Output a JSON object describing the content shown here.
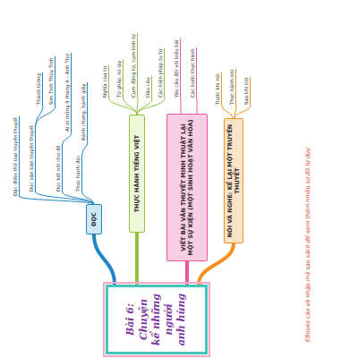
{
  "diagram": {
    "nodes": [
      {
        "text": [
          "Bài 6: Chuyện kể những người anh hùng"
        ]
      },
      {
        "text": [
          "ĐỌC"
        ]
      },
      {
        "text": [
          "Đặc điểm thể loại truyền thuyết"
        ]
      },
      {
        "text": [
          "Đọc văn bản truyền thuyết"
        ]
      },
      {
        "text": [
          "Thánh Gióng"
        ]
      },
      {
        "text": [
          "Sơn Tinh Thủy Tinh"
        ]
      },
      {
        "text": [
          "Đọc kết nối chủ đề"
        ]
      },
      {
        "text": [
          "Ai ơi mồng 9 tháng 4 – Anh Thư"
        ]
      },
      {
        "text": [
          "Thực hành đọc"
        ]
      },
      {
        "text": [
          "Bánh chưng, bánh giầy"
        ]
      },
      {
        "text": [
          "THỰC HÀNH TIẾNG VIỆT"
        ]
      },
      {
        "text": [
          "Nghĩa của từ"
        ]
      },
      {
        "text": [
          "Từ ghép, từ láy"
        ]
      },
      {
        "text": [
          "Cụm động từ, cụm tính từ"
        ]
      },
      {
        "text": [
          "Dấu câu"
        ]
      },
      {
        "text": [
          "Các biện pháp tu từ"
        ]
      },
      {
        "text": [
          "VIẾT BÀI VĂN THUYẾT MINH THUẬT LẠI MỘT SỰ KIỆN (MỘT SINH HOẠT VĂN HÓA)"
        ]
      },
      {
        "text": [
          "Yêu cầu đối với kiểu bài"
        ]
      },
      {
        "text": [
          "Các bước thực hành"
        ]
      },
      {
        "text": [
          "NÓI VÀ NGHE: KỂ LẠI MỘT TRUYỀN THUYẾT"
        ]
      },
      {
        "text": [
          "Trước khi nói"
        ]
      },
      {
        "text": [
          "Thực hành nói"
        ]
      },
      {
        "text": [
          "Sau khi nói"
        ]
      }
    ],
    "edges": [
      {
        "from": 0,
        "to": 1,
        "arrow": "none"
      },
      {
        "from": 1,
        "to": 2,
        "arrow": "none"
      },
      {
        "from": 1,
        "to": 3,
        "arrow": "none"
      },
      {
        "from": 3,
        "to": 4,
        "arrow": "none"
      },
      {
        "from": 3,
        "to": 5,
        "arrow": "none"
      },
      {
        "from": 1,
        "to": 6,
        "arrow": "none"
      },
      {
        "from": 6,
        "to": 7,
        "arrow": "none"
      },
      {
        "from": 1,
        "to": 8,
        "arrow": "none"
      },
      {
        "from": 8,
        "to": 9,
        "arrow": "none"
      },
      {
        "from": 0,
        "to": 10,
        "arrow": "none"
      },
      {
        "from": 10,
        "to": 11,
        "arrow": "none"
      },
      {
        "from": 10,
        "to": 12,
        "arrow": "none"
      },
      {
        "from": 10,
        "to": 13,
        "arrow": "none"
      },
      {
        "from": 10,
        "to": 14,
        "arrow": "none"
      },
      {
        "from": 10,
        "to": 15,
        "arrow": "none"
      },
      {
        "from": 0,
        "to": 16,
        "arrow": "none"
      },
      {
        "from": 16,
        "to": 17,
        "arrow": "none"
      },
      {
        "from": 16,
        "to": 18,
        "arrow": "none"
      },
      {
        "from": 0,
        "to": 19,
        "arrow": "none"
      },
      {
        "from": 19,
        "to": 20,
        "arrow": "none"
      },
      {
        "from": 19,
        "to": 21,
        "arrow": "none"
      },
      {
        "from": 19,
        "to": 22,
        "arrow": "none"
      }
    ],
    "labels": [
      "KBooks cào và nhập mã sau sách để xem thêm nhiều sơ đồ tư duy."
    ]
  }
}
